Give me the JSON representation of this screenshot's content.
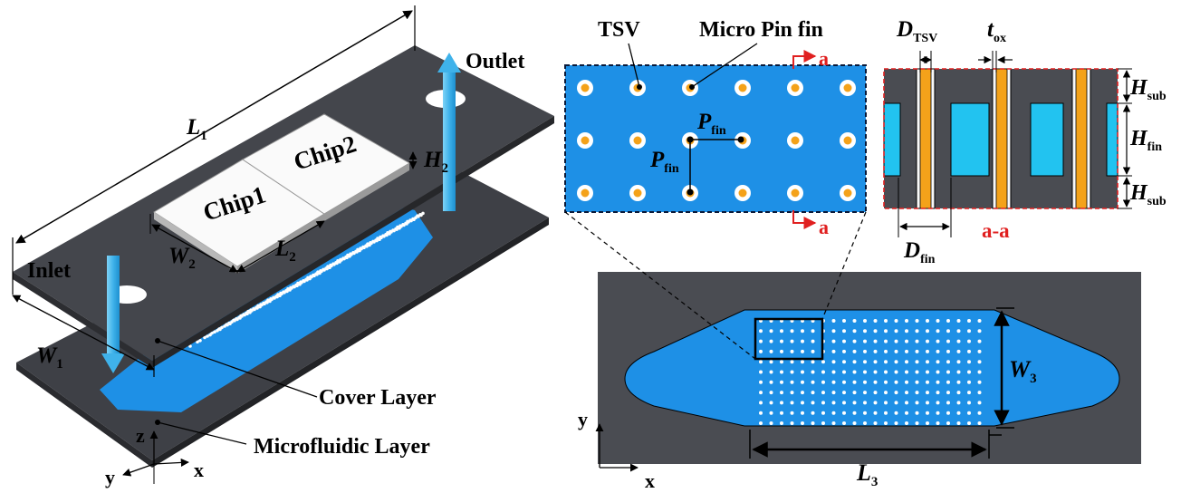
{
  "labels": {
    "L1_main": "L",
    "L1_sub": "1",
    "outlet": "Outlet",
    "inlet": "Inlet",
    "chip1": "Chip1",
    "chip2": "Chip2",
    "H2_main": "H",
    "H2_sub": "2",
    "W2_main": "W",
    "W2_sub": "2",
    "L2_main": "L",
    "L2_sub": "2",
    "W1_main": "W",
    "W1_sub": "1",
    "cover_layer": "Cover Layer",
    "microfluidic_layer": "Microfluidic Layer",
    "axis_z": "z",
    "axis_y": "y",
    "axis_x": "x",
    "tsv": "TSV",
    "micro_pin_fin": "Micro Pin fin",
    "section_a": "a",
    "pfin_main": "P",
    "pfin_sub": "fin",
    "dtsv_main": "D",
    "dtsv_sub": "TSV",
    "tox_main": "t",
    "tox_sub": "ox",
    "hsub_main": "H",
    "hsub_sub": "sub",
    "hfin_main": "H",
    "hfin_sub": "fin",
    "dfin_main": "D",
    "dfin_sub": "fin",
    "section_aa": "a-a",
    "W3_main": "W",
    "W3_sub": "3",
    "L3_main": "L",
    "L3_sub": "3",
    "plan_y": "y",
    "plan_x": "x"
  },
  "colors": {
    "layer_gray": "#4a4c52",
    "channel_blue": "#1e90e6",
    "cyan": "#22c3f0",
    "tsv_orange": "#f4a21a",
    "section_red": "#e02020",
    "chip_white": "#fafafa",
    "arrow_blue": "#3fb2ea"
  }
}
